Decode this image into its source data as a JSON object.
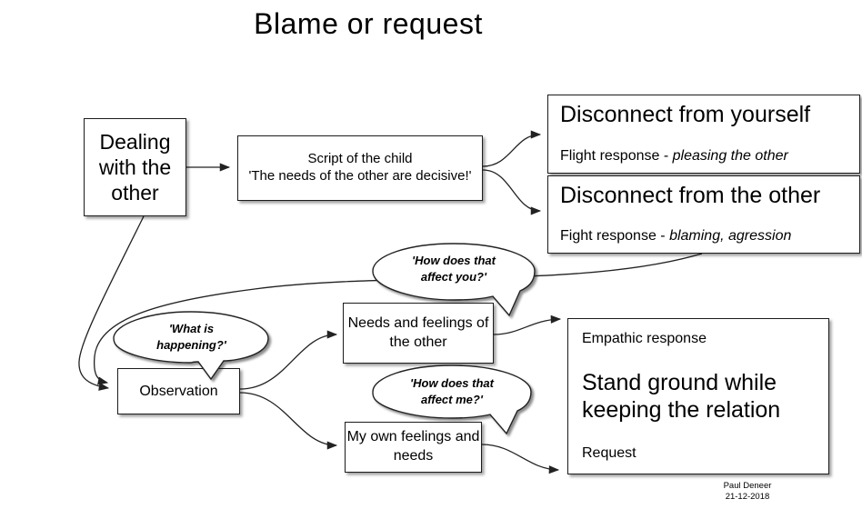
{
  "title": "Blame or request",
  "nodes": {
    "dealing": {
      "text": "Dealing with the other"
    },
    "script": {
      "line1": "Script of the child",
      "line2": "'The needs of the other are decisive!'"
    },
    "disconnect_self": {
      "heading": "Disconnect from yourself",
      "sub_prefix": "Flight response - ",
      "sub_italic": "pleasing the other"
    },
    "disconnect_other": {
      "heading": "Disconnect from the other",
      "sub_prefix": "Fight response - ",
      "sub_italic": "blaming, agression"
    },
    "needs_other": {
      "text": "Needs and feelings of the other"
    },
    "observation": {
      "text": "Observation"
    },
    "own_feelings": {
      "text": "My own feelings and needs"
    },
    "empathic": {
      "top": "Empathic response",
      "main": "Stand ground while keeping the relation",
      "bottom": "Request"
    }
  },
  "bubbles": {
    "affect_you": "'How does that affect you?'",
    "what_happening": "'What is happening?'",
    "affect_me": "'How does that affect me?'"
  },
  "credit": {
    "name": "Paul Deneer",
    "date": "21-12-2018"
  },
  "colors": {
    "stroke": "#222222",
    "background": "#ffffff",
    "text": "#000000"
  }
}
